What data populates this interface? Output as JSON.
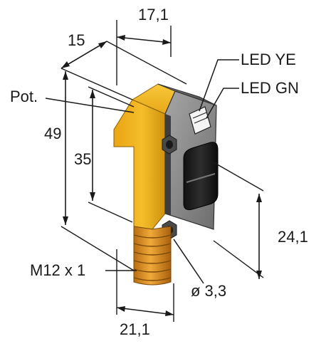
{
  "labels": {
    "width_top": "17,1",
    "depth_top": "15",
    "pot": "Pot.",
    "led_ye": "LED YE",
    "led_gn": "LED GN",
    "height_total": "49",
    "height_body": "35",
    "height_lens": "24,1",
    "thread": "M12 x 1",
    "hole": "ø 3,3",
    "width_bottom": "21,1"
  },
  "colors": {
    "housing_yellow": "#f2b41a",
    "housing_yellow_dark": "#c98e0c",
    "face_grey": "#8c8c8c",
    "face_grey_dark": "#5a5a5a",
    "lens_black": "#1c1c1c",
    "thread_orange": "#d98a1c",
    "line": "#1a1a1a"
  }
}
